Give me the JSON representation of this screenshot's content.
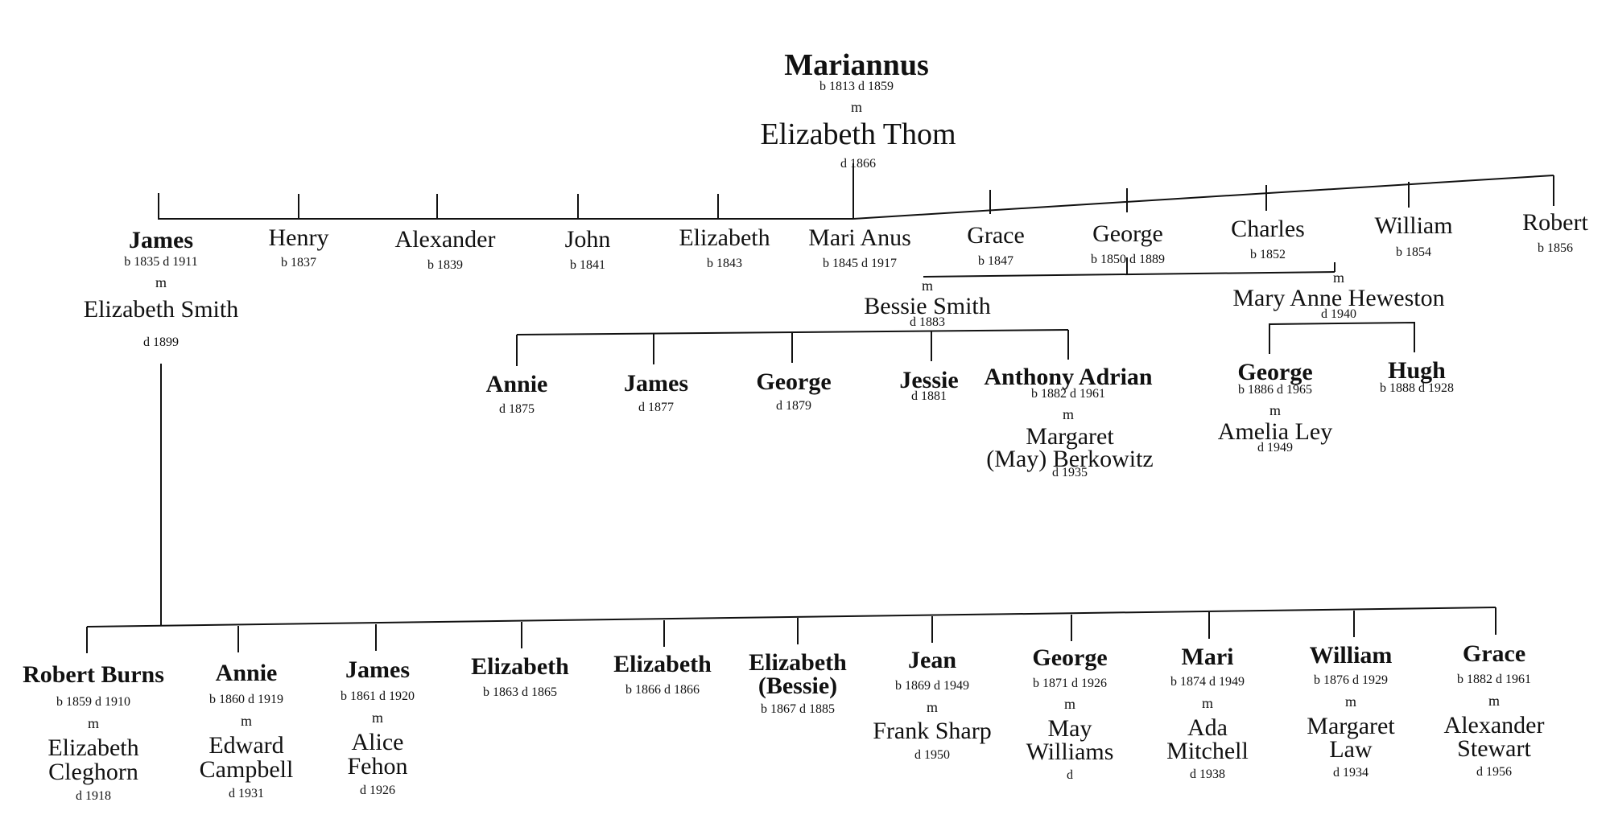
{
  "root": {
    "name": "Mariannus",
    "dates": "b 1813 d 1859",
    "m": "m",
    "spouse": "Elizabeth Thom",
    "spouse_dates": "d 1866"
  },
  "gen1": [
    {
      "name": "James",
      "dates": "b 1835 d 1911",
      "m": "m",
      "spouse": "Elizabeth Smith",
      "spouse_dates": "d 1899"
    },
    {
      "name": "Henry",
      "dates": "b 1837"
    },
    {
      "name": "Alexander",
      "dates": "b 1839"
    },
    {
      "name": "John",
      "dates": "b 1841"
    },
    {
      "name": "Elizabeth",
      "dates": "b 1843"
    },
    {
      "name": "Mari Anus",
      "dates": "b 1845 d 1917"
    },
    {
      "name": "Grace",
      "dates": "b 1847"
    },
    {
      "name": "George",
      "dates": "b 1850 d 1889"
    },
    {
      "name": "Charles",
      "dates": "b 1852"
    },
    {
      "name": "William",
      "dates": "b 1854"
    },
    {
      "name": "Robert",
      "dates": "b 1856"
    }
  ],
  "george_wife": {
    "m": "m",
    "name": "Bessie Smith",
    "dates": "d 1883"
  },
  "charles_wife": {
    "m": "m",
    "name": "Mary Anne Heweston",
    "dates": "d 1940"
  },
  "george_children": [
    {
      "name": "Annie",
      "dates": "d 1875"
    },
    {
      "name": "James",
      "dates": "d 1877"
    },
    {
      "name": "George",
      "dates": "d 1879"
    },
    {
      "name": "Jessie",
      "dates": "d 1881"
    },
    {
      "name": "Anthony Adrian",
      "dates": "b 1882 d 1961",
      "m": "m",
      "spouse_line1": "Margaret",
      "spouse_line2": "(May) Berkowitz",
      "spouse_dates": "d 1935"
    }
  ],
  "charles_children": [
    {
      "name": "George",
      "dates": "b 1886 d 1965",
      "m": "m",
      "spouse": "Amelia Ley",
      "spouse_dates": "d 1949"
    },
    {
      "name": "Hugh",
      "dates": "b 1888 d 1928"
    }
  ],
  "james_children": [
    {
      "name": "Robert Burns",
      "dates": "b 1859 d 1910",
      "m": "m",
      "spouse_line1": "Elizabeth",
      "spouse_line2": "Cleghorn",
      "spouse_dates": "d 1918"
    },
    {
      "name": "Annie",
      "dates": "b 1860 d 1919",
      "m": "m",
      "spouse_line1": "Edward",
      "spouse_line2": "Campbell",
      "spouse_dates": "d 1931"
    },
    {
      "name": "James",
      "dates": "b 1861 d 1920",
      "m": "m",
      "spouse_line1": "Alice",
      "spouse_line2": "Fehon",
      "spouse_dates": "d 1926"
    },
    {
      "name": "Elizabeth",
      "dates": "b 1863 d 1865"
    },
    {
      "name": "Elizabeth",
      "dates": "b 1866 d 1866"
    },
    {
      "name_line1": "Elizabeth",
      "name_line2": "(Bessie)",
      "dates": "b 1867 d 1885"
    },
    {
      "name": "Jean",
      "dates": "b 1869 d 1949",
      "m": "m",
      "spouse_line1": "Frank Sharp",
      "spouse_dates": "d 1950"
    },
    {
      "name": "George",
      "dates": "b 1871 d 1926",
      "m": "m",
      "spouse_line1": "May",
      "spouse_line2": "Williams",
      "spouse_dates": "d"
    },
    {
      "name": "Mari",
      "dates": "b 1874 d 1949",
      "m": "m",
      "spouse_line1": "Ada",
      "spouse_line2": "Mitchell",
      "spouse_dates": "d 1938"
    },
    {
      "name": "William",
      "dates": "b 1876 d 1929",
      "m": "m",
      "spouse_line1": "Margaret",
      "spouse_line2": "Law",
      "spouse_dates": "d 1934"
    },
    {
      "name": "Grace",
      "dates": "b 1882 d 1961",
      "m": "m",
      "spouse_line1": "Alexander",
      "spouse_line2": "Stewart",
      "spouse_dates": "d 1956"
    }
  ]
}
